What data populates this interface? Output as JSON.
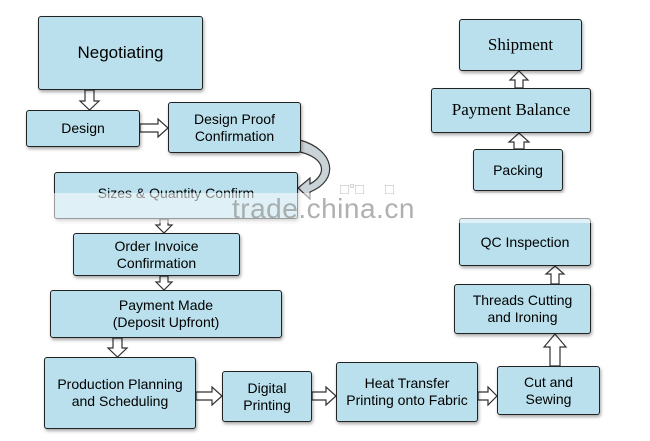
{
  "boxes": {
    "negotiating": "Negotiating",
    "design": "Design",
    "design_proof": "Design Proof\nConfirmation",
    "sizes_quantity": "Sizes & Quantity Confirm",
    "order_invoice": "Order Invoice\nConfirmation",
    "payment_made": "Payment Made\n(Deposit Upfront)",
    "production_planning": "Production Planning\nand Scheduling",
    "digital_printing": "Digital\nPrinting",
    "heat_transfer": "Heat Transfer\nPrinting onto Fabric",
    "cut_sewing": "Cut and\nSewing",
    "threads_cutting": "Threads Cutting\nand Ironing",
    "qc_inspection": "QC Inspection",
    "packing": "Packing",
    "payment_balance": "Payment Balance",
    "shipment": "Shipment"
  },
  "watermark": "trade.china.cn",
  "colors": {
    "box_fill": "#b9e0ec",
    "box_border": "#222222",
    "arrow_fill": "#ffffff"
  }
}
